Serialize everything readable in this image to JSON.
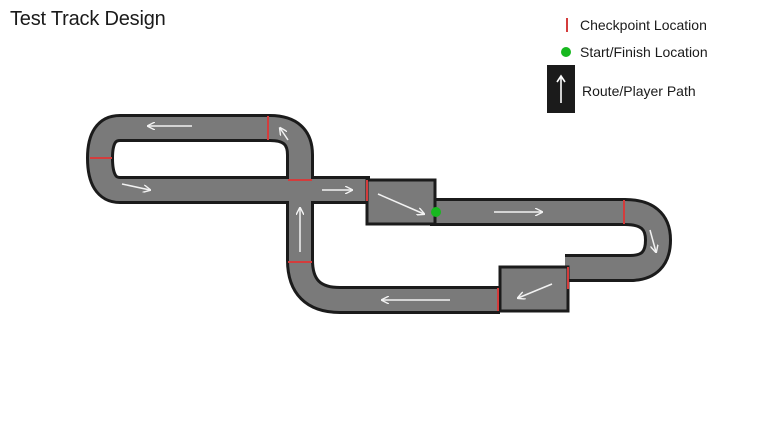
{
  "title": "Test Track Design",
  "legend": {
    "checkpoint_label": "Checkpoint Location",
    "start_finish_label": "Start/Finish Location",
    "route_label": "Route/Player Path"
  },
  "colors": {
    "track_fill": "#7a7a7a",
    "track_border": "#1b1b1b",
    "checkpoint": "#d43c3c",
    "start_finish": "#17b81f",
    "arrow": "#f2f2f2",
    "background": "#ffffff"
  },
  "icons": {
    "checkpoint": "red-tick",
    "start_finish": "green-dot",
    "route": "up-arrow-on-dark-tile"
  }
}
